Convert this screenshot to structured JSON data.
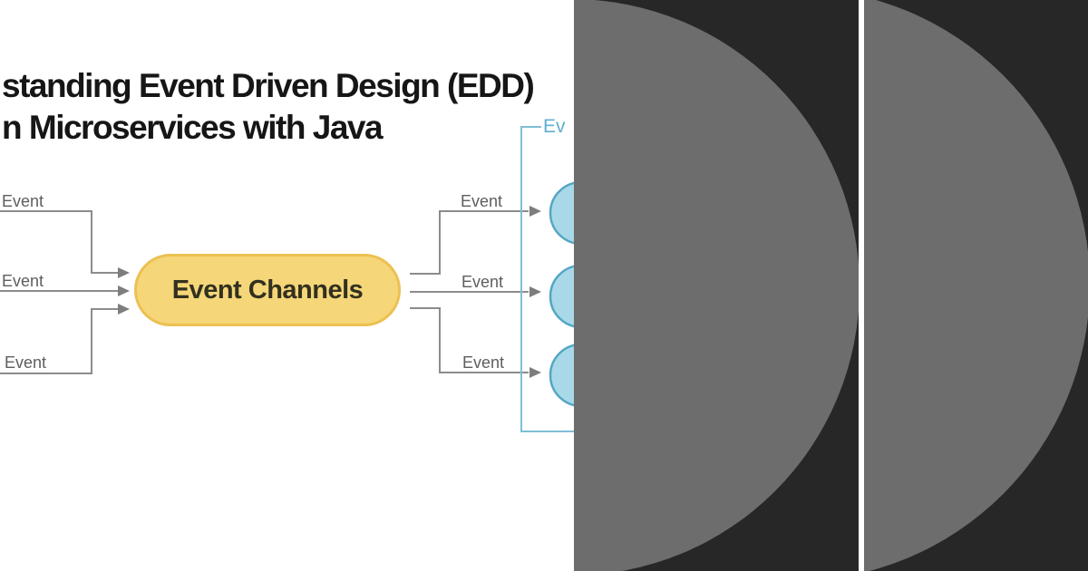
{
  "title": {
    "line1": "standing Event Driven Design (EDD)",
    "line2": "n Microservices with Java"
  },
  "diagram": {
    "producers": {
      "labels": [
        "Event",
        "Event",
        "Event"
      ]
    },
    "consumers": {
      "labels": [
        "Event",
        "Event",
        "Event"
      ]
    },
    "channel": {
      "label": "Event Channels"
    },
    "bracket": {
      "label": "Ev"
    }
  },
  "colors": {
    "title_text": "#161616",
    "flow_line": "#8c8c8c",
    "arrow_head": "#7d7d7d",
    "flow_label": "#5e5e5e",
    "channel_fill": "#f5d678",
    "channel_border": "#ecc052",
    "channel_text": "#32301f",
    "consumer_fill": "#a9d9e8",
    "consumer_stroke": "#54a6c4",
    "bracket_line": "#7fbfd6",
    "bracket_text": "#5fb0cf",
    "panel_bg": "#272727",
    "panel_circle": "#6d6d6d",
    "divider": "#ffffff"
  }
}
